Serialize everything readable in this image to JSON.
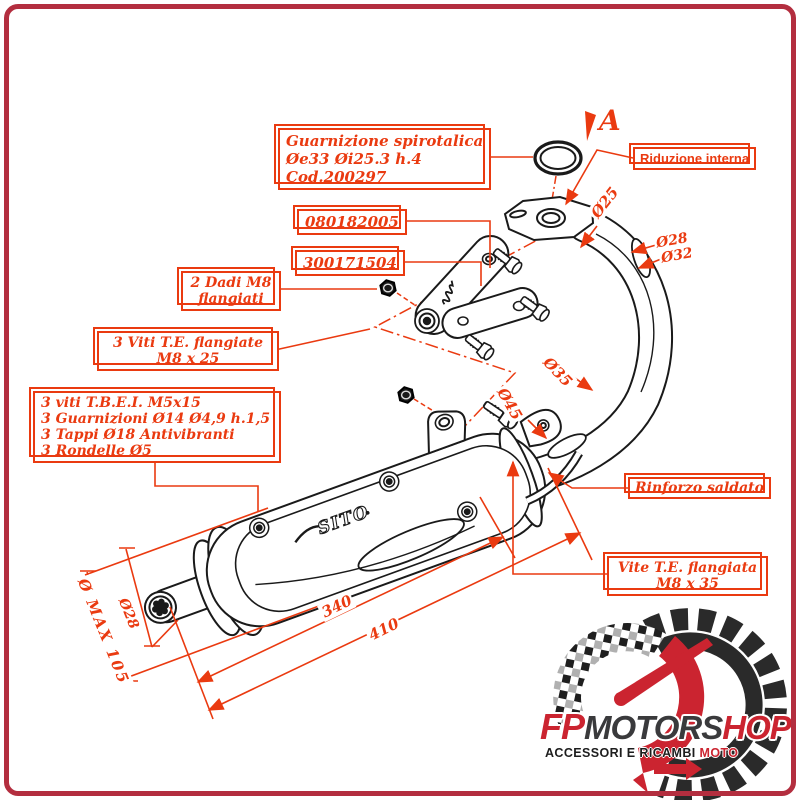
{
  "colors": {
    "frame": "#b32e3f",
    "annotation_red": "#ea3a10",
    "drawing_black": "#1a1a1a",
    "logo_red": "#cb2430",
    "logo_dark": "#3a3a3c",
    "checker_gray": "#b0b0b0"
  },
  "marker_a": "A",
  "callouts": {
    "guarnizione": {
      "lines": [
        "Guarnizione spirotalica",
        "Øe33 Øi25.3 h.4",
        "Cod.200297"
      ]
    },
    "riduzione": {
      "text": "Riduzione interna"
    },
    "code_top": {
      "text": "080182005"
    },
    "code_bottom": {
      "text": "300171504"
    },
    "dadi": {
      "lines": [
        "2 Dadi M8",
        "flangiati"
      ]
    },
    "viti_te": {
      "lines": [
        "3 Viti T.E. flangiate",
        "M8 x 25"
      ]
    },
    "viti_tbei": {
      "lines": [
        "3 viti T.B.E.I. M5x15",
        "3 Guarnizioni Ø14 Ø4,9 h.1,5",
        "3 Tappi Ø18 Antivibranti",
        "3 Rondelle Ø5"
      ]
    },
    "rinforzo": {
      "text": "Rinforzo saldato"
    },
    "vite_te": {
      "lines": [
        "Vite T.E. flangiata",
        "M8 x 35"
      ]
    }
  },
  "dimensions": {
    "d25": "Ø25",
    "d28_pipe": "Ø28",
    "d32": "Ø32",
    "d35": "Ø35",
    "d45": "Ø45",
    "len340": "340",
    "len410": "410",
    "dmax": "Ø MAX 105",
    "d28_tail": "Ø28"
  },
  "muffler_brand": "SITO",
  "logo": {
    "brand_fp": "FP",
    "brand_motors": "MOTORS",
    "brand_hop": "HOP",
    "tagline": "ACCESSORI E RICAMBI",
    "tagline_accent": "MOTO"
  }
}
